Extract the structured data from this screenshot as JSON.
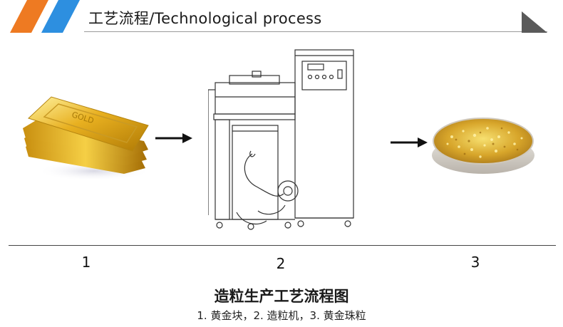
{
  "header": {
    "title": "工艺流程/Technological process",
    "colors": {
      "stripe_left": "#ee7a22",
      "stripe_right": "#2d8fe0",
      "corner": "#555555"
    }
  },
  "steps": [
    {
      "number": "1",
      "item": "gold-bar-image",
      "gold_bar_text": "GOLD"
    },
    {
      "number": "2",
      "item": "granulating-machine-drawing"
    },
    {
      "number": "3",
      "item": "gold-granules-dish-image"
    }
  ],
  "arrows": [
    "arrow-right-icon",
    "arrow-right-icon"
  ],
  "caption": {
    "title": "造粒生产工艺流程图",
    "subtitle": "1. 黄金块，2. 造粒机，3. 黄金珠粒"
  }
}
